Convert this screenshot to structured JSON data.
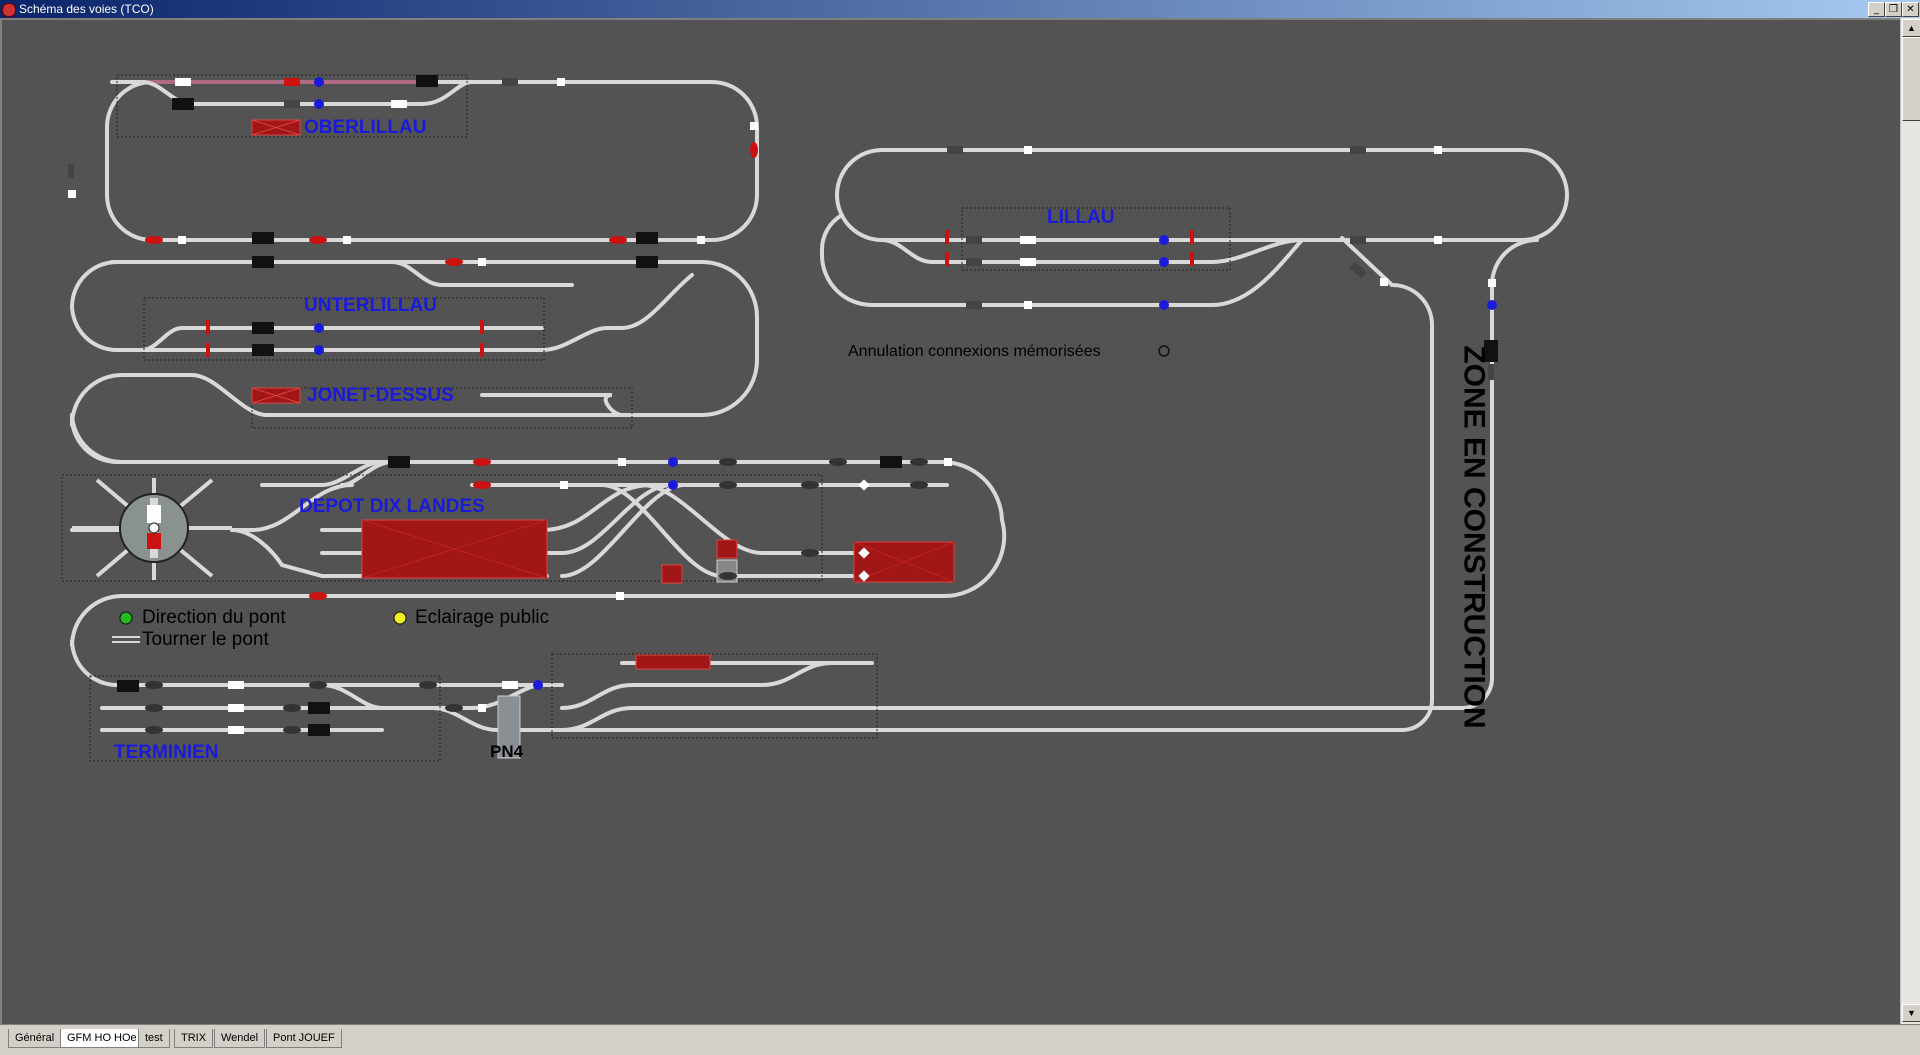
{
  "window": {
    "title": "Schéma des voies (TCO)"
  },
  "stations": {
    "oberlillau": "OBERLILLAU",
    "unterlillau": "UNTERLILLAU",
    "jonet": "JONET-DESSUS",
    "lillau": "LILLAU",
    "depot": "DEPOT DIX LANDES",
    "terminien": "TERMINIEN"
  },
  "legend": {
    "annulation": "Annulation connexions mémorisées",
    "direction": "Direction du pont",
    "eclairage": "Eclairage public",
    "tourner": "Tourner le pont",
    "pn4": "PN4",
    "zone": "ZONE EN CONSTRUCTION"
  },
  "tabs": [
    "Général",
    "GFM HO HOe",
    "test",
    "TRIX",
    "Wendel",
    "Pont JOUEF"
  ],
  "active_tab": "GFM HO HOe",
  "colors": {
    "background": "#535353",
    "track": "#d9d9d9",
    "track_occupied": "#b06b84",
    "signal_red": "#cc1111",
    "signal_blue": "#1a1adb",
    "label_blue": "#1a1adb",
    "building": "#a11616"
  }
}
